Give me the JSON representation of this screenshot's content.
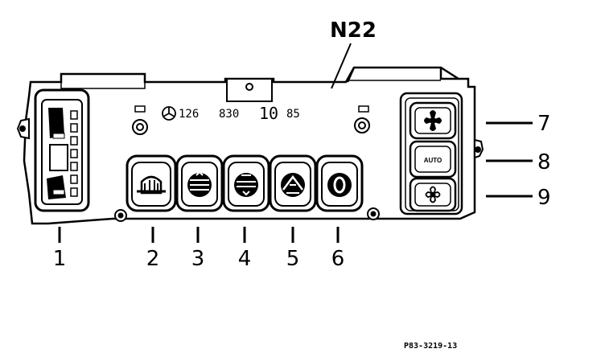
{
  "diagram_title": "N22",
  "part_number": {
    "prefix": "126",
    "code": "830",
    "sub": "10",
    "suffix": "85"
  },
  "callouts": [
    "1",
    "2",
    "3",
    "4",
    "5",
    "6",
    "7",
    "8",
    "9"
  ],
  "auto_button_label": "AUTO",
  "figure_ref": "P83-3219-13",
  "icons": {
    "button_2": "rear-defrost-icon",
    "button_3": "upper-vent-icon",
    "button_4": "lower-vent-icon",
    "button_5": "defrost-icon",
    "button_6": "off-icon",
    "button_7": "fan-high-icon",
    "button_9": "fan-low-icon"
  }
}
